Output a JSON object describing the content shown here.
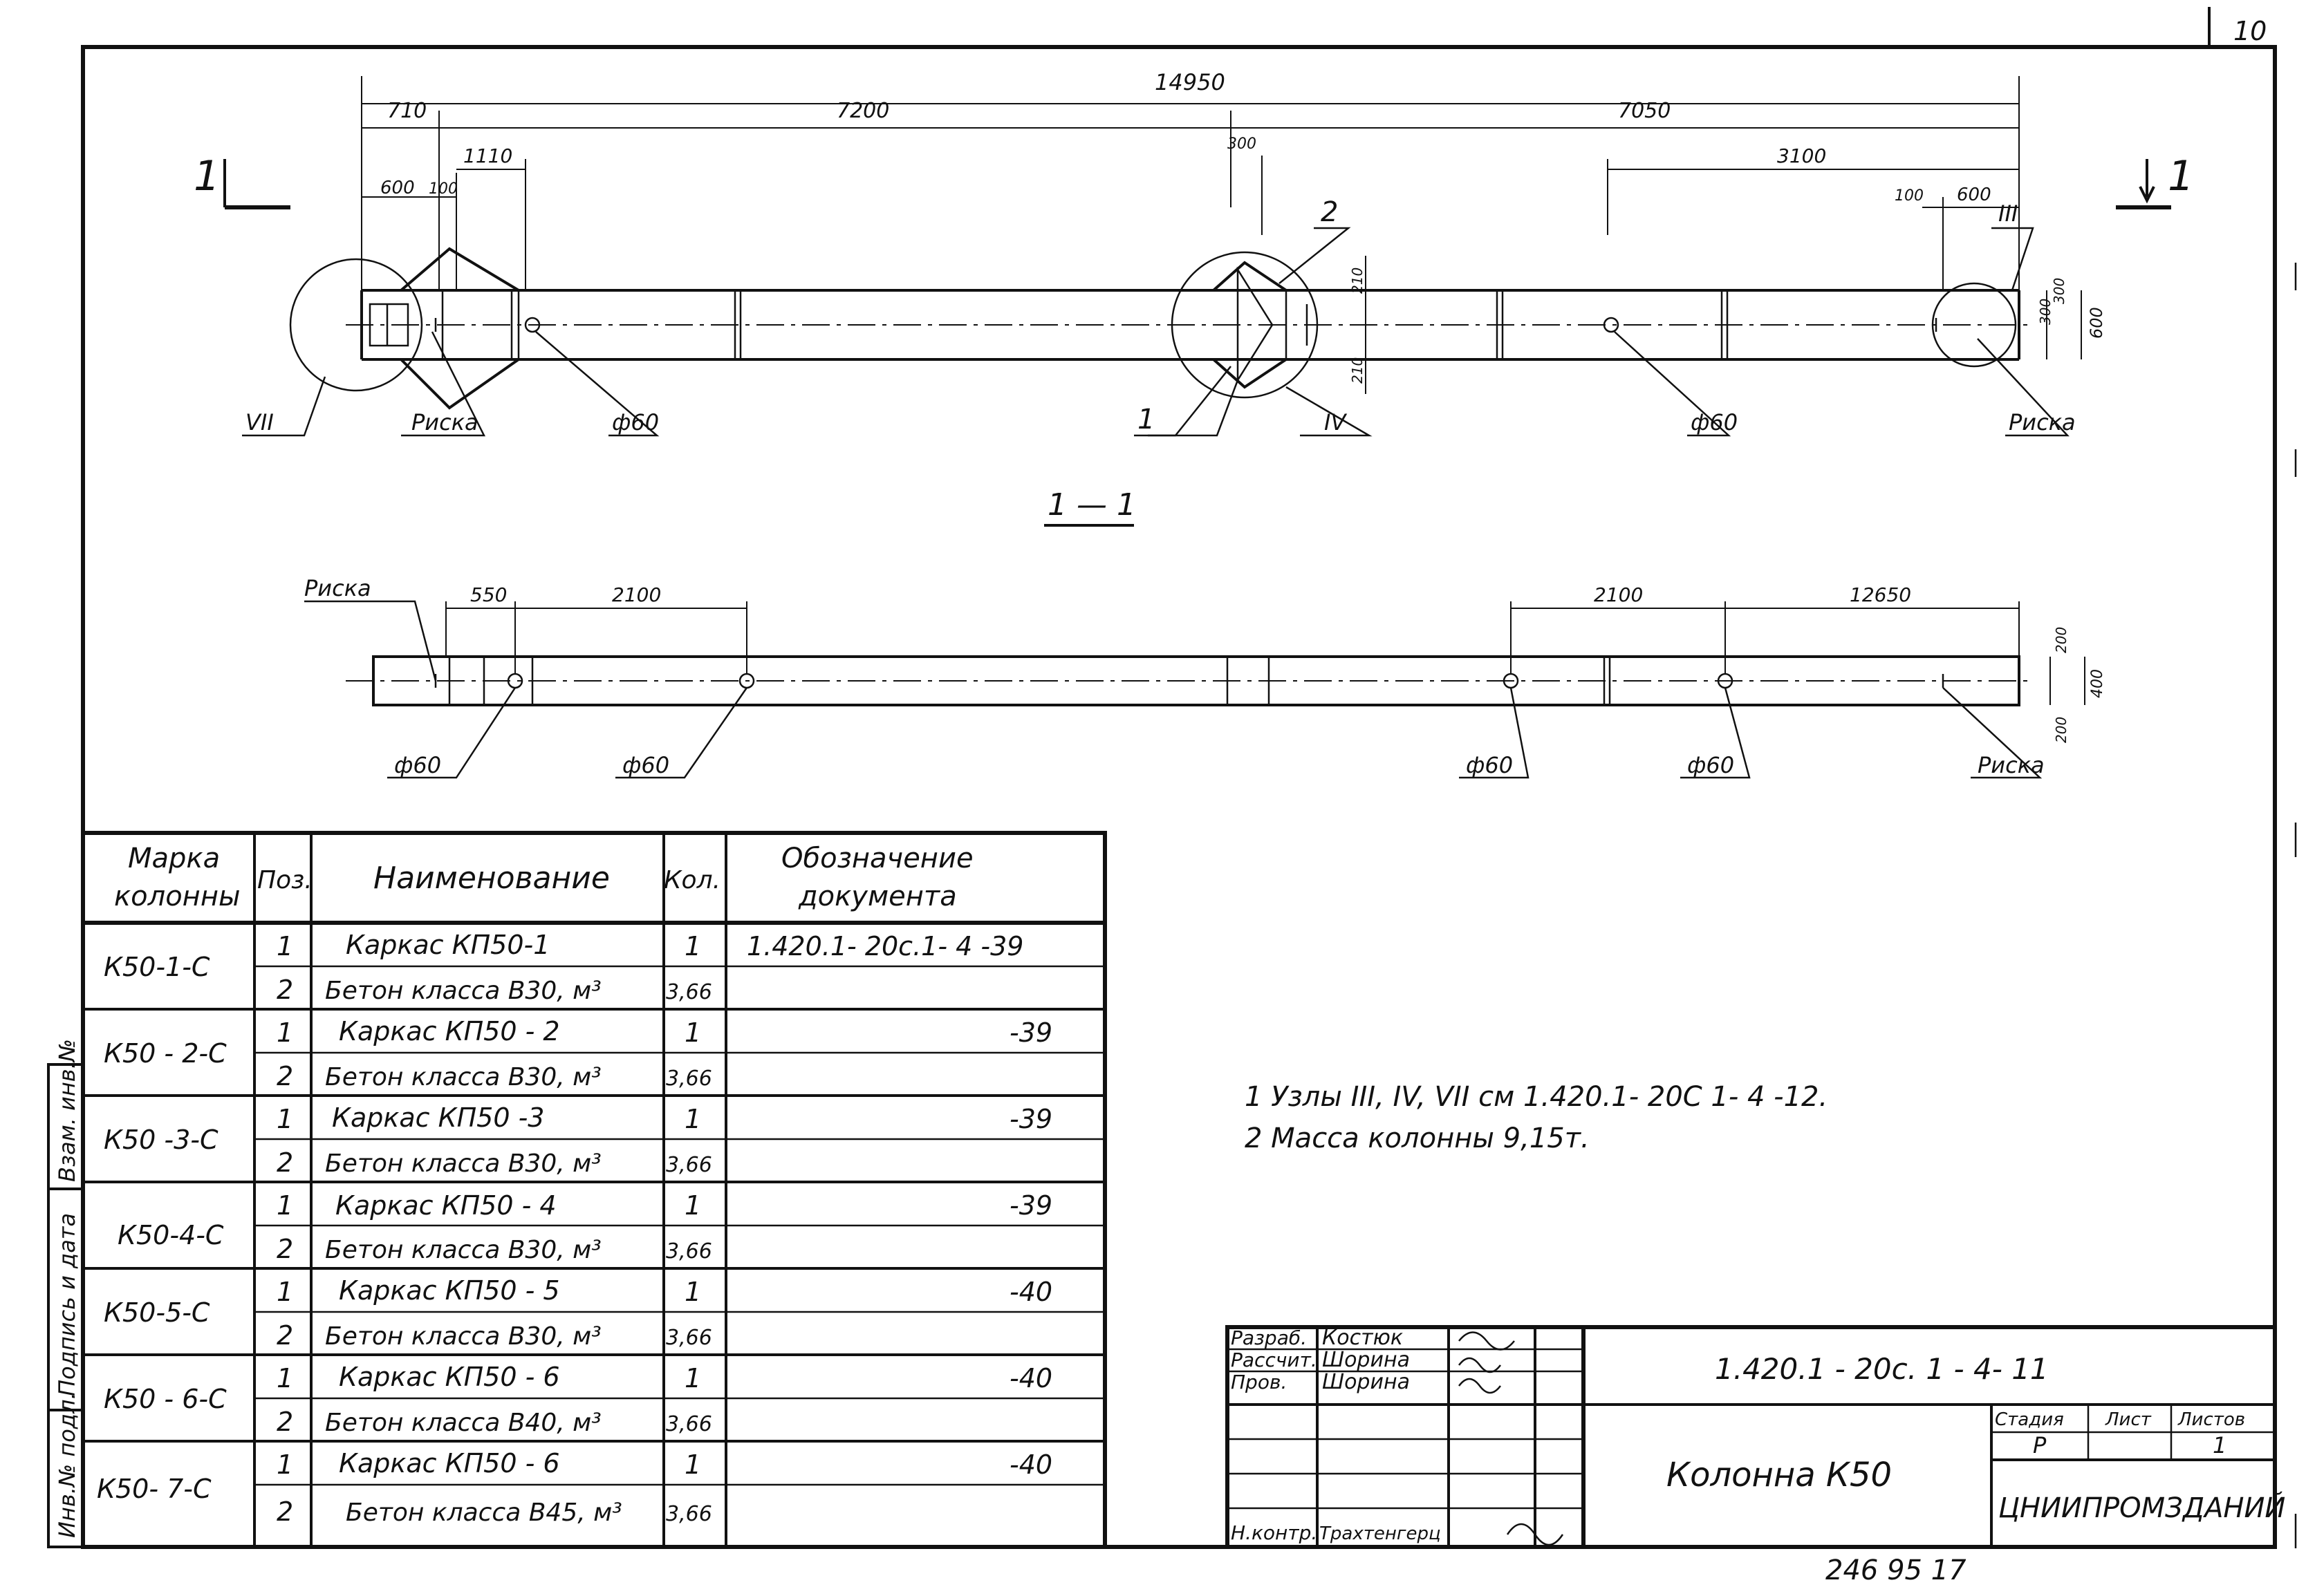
{
  "sheet_number": "10",
  "elevation": {
    "dims_top": {
      "total": "14950",
      "d1": "710",
      "d2": "7200",
      "d3": "7050"
    },
    "dims_row2": {
      "d1": "600",
      "d2": "100",
      "d3": "1110",
      "d4": "300",
      "d5": "3100",
      "d6": "100",
      "d7": "600"
    },
    "dims_right": {
      "d1": "300",
      "d2": "300",
      "d3": "600"
    },
    "dims_mid": {
      "d1": "210",
      "d2": "210"
    },
    "section_mark_left": "1",
    "section_mark_right": "1",
    "labels": {
      "node_vii": "VII",
      "node_iv": "IV",
      "node_iii": "III",
      "riska_left": "Риска",
      "riska_right": "Риска",
      "hole_left": "ф60",
      "hole_right": "ф60",
      "pos1": "1",
      "pos2": "2"
    }
  },
  "section": {
    "title": "1 — 1",
    "dims": {
      "d1": "550",
      "d2": "2100",
      "d3": "2100",
      "d4": "12650"
    },
    "dims_right": {
      "d1": "200",
      "d2": "200",
      "d3": "400"
    },
    "labels": {
      "riska_left": "Риска",
      "riska_right": "Риска",
      "hole1": "ф60",
      "hole2": "ф60",
      "hole3": "ф60",
      "hole4": "ф60"
    }
  },
  "table": {
    "headers": {
      "mark_l1": "Марка",
      "mark_l2": "колонны",
      "pos": "Поз.",
      "name": "Наименование",
      "qty": "Кол.",
      "doc_l1": "Обозначение",
      "doc_l2": "документа"
    },
    "groups": [
      {
        "mark": "К50-1-С",
        "rows": [
          {
            "pos": "1",
            "name": "Каркас КП50-1",
            "qty": "1",
            "doc": "1.420.1- 20с.1- 4 -39"
          },
          {
            "pos": "2",
            "name": "Бетон класса В30, м³",
            "qty": "3,66",
            "doc": ""
          }
        ]
      },
      {
        "mark": "К50 - 2-С",
        "rows": [
          {
            "pos": "1",
            "name": "Каркас КП50 - 2",
            "qty": "1",
            "doc": "-39"
          },
          {
            "pos": "2",
            "name": "Бетон класса В30, м³",
            "qty": "3,66",
            "doc": ""
          }
        ]
      },
      {
        "mark": "К50 -3-С",
        "rows": [
          {
            "pos": "1",
            "name": "Каркас КП50 -3",
            "qty": "1",
            "doc": "-39"
          },
          {
            "pos": "2",
            "name": "Бетон класса В30, м³",
            "qty": "3,66",
            "doc": ""
          }
        ]
      },
      {
        "mark": "К50-4-С",
        "rows": [
          {
            "pos": "1",
            "name": "Каркас КП50 - 4",
            "qty": "1",
            "doc": "-39"
          },
          {
            "pos": "2",
            "name": "Бетон класса В30, м³",
            "qty": "3,66",
            "doc": ""
          }
        ]
      },
      {
        "mark": "К50-5-С",
        "rows": [
          {
            "pos": "1",
            "name": "Каркас КП50 - 5",
            "qty": "1",
            "doc": "-40"
          },
          {
            "pos": "2",
            "name": "Бетон класса В30, м³",
            "qty": "3,66",
            "doc": ""
          }
        ]
      },
      {
        "mark": "К50 - 6-С",
        "rows": [
          {
            "pos": "1",
            "name": "Каркас КП50 - 6",
            "qty": "1",
            "doc": "-40"
          },
          {
            "pos": "2",
            "name": "Бетон класса В40, м³",
            "qty": "3,66",
            "doc": ""
          }
        ]
      },
      {
        "mark": "К50- 7-С",
        "rows": [
          {
            "pos": "1",
            "name": "Каркас КП50 - 6",
            "qty": "1",
            "doc": "-40"
          },
          {
            "pos": "2",
            "name": "Бетон класса В45, м³",
            "qty": "3,66",
            "doc": ""
          }
        ]
      }
    ]
  },
  "notes": {
    "line1": "1 Узлы III, IV, VII см 1.420.1- 20С 1- 4 -12.",
    "line2": "2 Масса колонны 9,15т."
  },
  "stamp": {
    "roles": [
      "Разраб.",
      "Рассчит.",
      "Пров.",
      "",
      "",
      "",
      "Н.контр."
    ],
    "names": [
      "Костюк",
      "Шорина",
      "Шорина",
      "",
      "",
      "",
      "Трахтенгерц"
    ],
    "doc_code": "1.420.1 - 20с. 1 - 4- 11",
    "title": "Колонна К50",
    "stage_label": "Стадия",
    "sheet_label": "Лист",
    "sheets_label": "Листов",
    "stage": "Р",
    "sheets": "1",
    "org": "ЦНИИПРОМЗДАНИЙ"
  },
  "side_stamp": {
    "inv_podl": "Инв.№ подл.",
    "podpis": "Подпись и дата",
    "vzam": "Взам. инв.№"
  },
  "bottom_code": "246 95   17"
}
